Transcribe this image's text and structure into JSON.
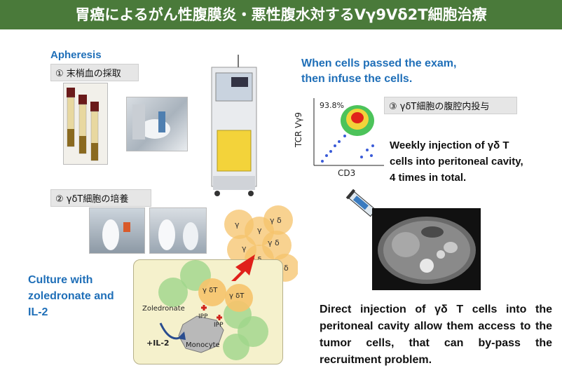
{
  "title": "胃癌によるがん性腹膜炎・悪性腹水対するVγ9Vδ2T細胞治療",
  "apheresis": {
    "heading": "Apheresis",
    "step1": "① 末梢血の採取"
  },
  "culture": {
    "step2": "② γδT細胞の培養",
    "caption": [
      "Culture with",
      "zoledronate and",
      "IL-2"
    ]
  },
  "mechanism": {
    "zoledronate": "Zoledronate",
    "il2": "+IL-2",
    "monocyte": "Monocyte",
    "ipp": "IPP",
    "gdT_label": "γ δT",
    "expanded_cell_labels": [
      "γ δ",
      "γ",
      "γ",
      "γ δ",
      "γ",
      "γ δ",
      "γ δ"
    ]
  },
  "exam": {
    "line1": "When cells passed the exam,",
    "line2": "then infuse the cells."
  },
  "flow": {
    "ylabel": "TCR Vγ9",
    "xlabel": "CD3",
    "percent": "93.8%"
  },
  "step3": "③ γδT細胞の腹腔内投与",
  "weekly": [
    "Weekly injection of γδ T",
    "cells into peritoneal cavity,",
    "4 times in total."
  ],
  "conclusion": "Direct injection of γδ T cells into the peritoneal cavity allow them access to the tumor cells, that can by-pass the recruitment problem.",
  "colors": {
    "title_bg": "#4a7a3a",
    "accent_blue": "#1f6fb8",
    "cell_orange": "#f6c36b",
    "cell_green": "#9fd68b",
    "arrow_red": "#e0201a"
  }
}
